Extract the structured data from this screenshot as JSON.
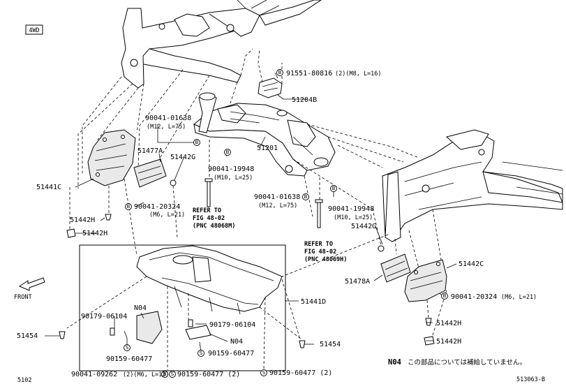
{
  "badge": "4WD",
  "page_left": "5102",
  "page_right": "513063-B",
  "front": "FRONT",
  "note": {
    "code": "N04",
    "text": "この部品については補給していません。"
  },
  "parts": {
    "p51201": "51201",
    "p51204b": "51204B",
    "p51441c": "51441C",
    "p51441d": "51441D",
    "p51442c": "51442C",
    "p51442g_l": "51442G",
    "p51442g_r": "51442G",
    "p51442h_1": "51442H",
    "p51442h_2": "51442H",
    "p51442h_3": "51442H",
    "p51442h_4": "51442H",
    "p51454_l": "51454",
    "p51454_r": "51454",
    "p51477a": "51477A",
    "p51478a": "51478A",
    "n04_a": "N04",
    "n04_b": "N04"
  },
  "bolts": {
    "b91551": {
      "code": "91551-80816",
      "spec": "(2)(M8, L=16)"
    },
    "b01638_top": {
      "code": "90041-01638",
      "spec": "(M12, L=75)"
    },
    "b19948_mid": {
      "code": "90041-19948",
      "spec": "(M10, L=25)"
    },
    "b20324_l": {
      "code": "90041-20324",
      "spec": "(M6, L=21)"
    },
    "b01638_mid": {
      "code": "90041-01638",
      "spec": "(M12, L=75)"
    },
    "b19948_r": {
      "code": "90041-19948",
      "spec": "(M10, L=25)"
    },
    "b20324_r": {
      "code": "90041-20324",
      "spec": "(M6, L=21)"
    },
    "b06104_l": "90179-06104",
    "b06104_r": "90179-06104",
    "b60477_l": "90159-60477",
    "b60477_r": "90159-60477",
    "b09262": {
      "code": "90041-09262",
      "spec": "(2)(M6, L=13)"
    },
    "b60477_b1": "90159-60477 (2)",
    "b60477_b2": "90159-60477 (2)"
  },
  "refer": {
    "r1": {
      "l1": "REFER TO",
      "l2": "FIG 48-02",
      "l3": "(PNC 48068M)"
    },
    "r2": {
      "l1": "REFER TO",
      "l2": "FIG 48-02",
      "l3": "(PNC 48069H)"
    }
  },
  "symbols": {
    "b": "B",
    "s": "S"
  }
}
